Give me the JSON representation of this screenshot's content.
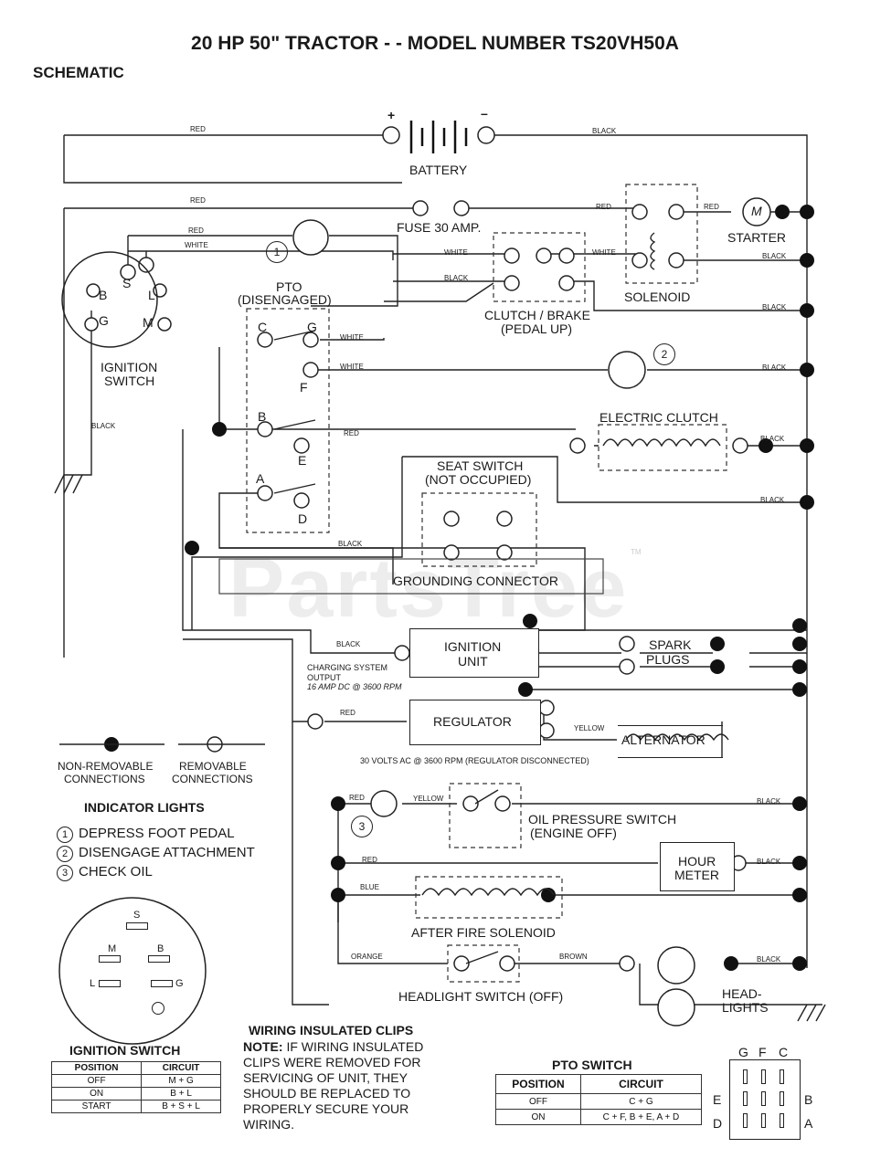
{
  "title": "20 HP 50\" TRACTOR - - MODEL NUMBER TS20VH50A",
  "subtitle": "SCHEMATIC",
  "watermark": "PartsTree",
  "trademark": "TM",
  "components": {
    "battery": "BATTERY",
    "plus": "+",
    "minus": "–",
    "fuse": "FUSE 30 AMP.",
    "solenoid": "SOLENOID",
    "starter": "STARTER",
    "motor": "M",
    "clutch_brake": "CLUTCH / BRAKE",
    "pedal_up": "(PEDAL UP)",
    "pto": "PTO",
    "pto_state": "(DISENGAGED)",
    "ignition_switch": "IGNITION",
    "ignition_switch2": "SWITCH",
    "electric_clutch": "ELECTRIC CLUTCH",
    "seat_switch": "SEAT SWITCH",
    "seat_state": "(NOT OCCUPIED)",
    "grounding": "GROUNDING CONNECTOR",
    "ignition_unit": "IGNITION",
    "ignition_unit2": "UNIT",
    "spark": "SPARK",
    "plugs": "PLUGS",
    "charging": "CHARGING SYSTEM",
    "output": "OUTPUT",
    "amp": "16 AMP DC @ 3600 RPM",
    "regulator": "REGULATOR",
    "alternator": "ALTERNATOR",
    "volts": "30 VOLTS AC @ 3600 RPM (REGULATOR DISCONNECTED)",
    "oil_switch": "OIL PRESSURE SWITCH",
    "engine_off": "(ENGINE OFF)",
    "hour": "HOUR",
    "meter": "METER",
    "afterfire": "AFTER FIRE SOLENOID",
    "headlight_switch": "HEADLIGHT SWITCH (OFF)",
    "head": "HEAD-",
    "lights": "LIGHTS"
  },
  "terminals": {
    "B": "B",
    "S": "S",
    "L": "L",
    "G": "G",
    "M": "M",
    "C": "C",
    "F": "F",
    "E": "E",
    "A": "A",
    "D": "D",
    "n1": "1",
    "n2": "2",
    "n3": "3"
  },
  "wires": {
    "red": "RED",
    "black": "BLACK",
    "white": "WHITE",
    "yellow": "YELLOW",
    "blue": "BLUE",
    "orange": "ORANGE",
    "brown": "BROWN"
  },
  "legend": {
    "nonremovable": "NON-REMOVABLE",
    "removable": "REMOVABLE",
    "connections": "CONNECTIONS"
  },
  "indicator": {
    "title": "INDICATOR LIGHTS",
    "items": [
      "DEPRESS FOOT PEDAL",
      "DISENGAGE ATTACHMENT",
      "CHECK OIL"
    ],
    "nums": [
      "1",
      "2",
      "3"
    ]
  },
  "clips": {
    "title": "WIRING INSULATED CLIPS",
    "note": "NOTE:",
    "lines": [
      " IF WIRING INSULATED",
      "CLIPS WERE REMOVED FOR",
      "SERVICING OF UNIT, THEY",
      "SHOULD BE REPLACED TO",
      "PROPERLY SECURE YOUR",
      "WIRING."
    ]
  },
  "ign_table": {
    "title": "IGNITION SWITCH",
    "headers": [
      "POSITION",
      "CIRCUIT"
    ],
    "rows": [
      [
        "OFF",
        "M + G"
      ],
      [
        "ON",
        "B + L"
      ],
      [
        "START",
        "B + S + L"
      ]
    ]
  },
  "pto_table": {
    "title": "PTO SWITCH",
    "headers": [
      "POSITION",
      "CIRCUIT"
    ],
    "rows": [
      [
        "OFF",
        "C + G"
      ],
      [
        "ON",
        "C + F, B + E, A + D"
      ]
    ]
  },
  "pto_pins": {
    "top": [
      "G",
      "F",
      "C"
    ],
    "left": [
      "E",
      "D"
    ],
    "right": [
      "B",
      "A"
    ]
  }
}
